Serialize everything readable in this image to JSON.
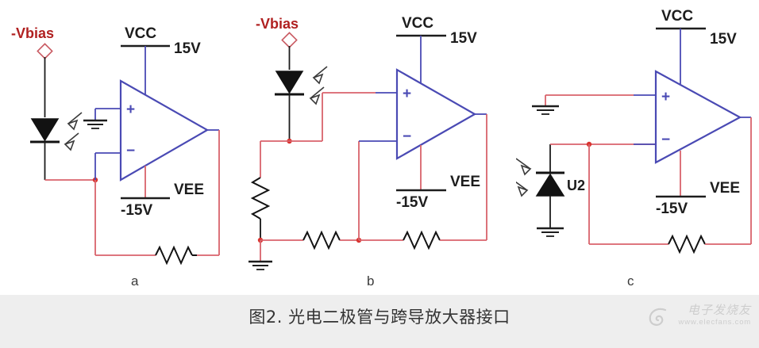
{
  "figure": {
    "caption": "图2. 光电二极管与跨导放大器接口",
    "panel_labels": [
      "a",
      "b",
      "c"
    ]
  },
  "colors": {
    "wire_red": "#d9636b",
    "wire_black": "#1d1d1d",
    "opamp_blue": "#4a4ab4",
    "bias_label": "#b02020",
    "caption_band": "#eeeeee",
    "background": "#ffffff"
  },
  "watermark": {
    "brand": "电子发烧友",
    "url": "www.elecfans.com"
  },
  "panels": [
    {
      "id": "a",
      "label": "a",
      "bias_label": "-Vbias",
      "vcc_label": "VCC",
      "vcc_value": "15V",
      "vee_label": "VEE",
      "vee_value": "-15V",
      "opamp_plus": "+",
      "opamp_minus": "−",
      "components": [
        "bias-terminal",
        "photodiode",
        "ground-symbol",
        "op-amp",
        "feedback-resistor"
      ],
      "description": "Reverse-biased photodiode into inverting input, non-inverting input grounded, single feedback resistor."
    },
    {
      "id": "b",
      "label": "b",
      "bias_label": "-Vbias",
      "vcc_label": "VCC",
      "vcc_value": "15V",
      "vee_label": "VEE",
      "vee_value": "-15V",
      "opamp_plus": "+",
      "opamp_minus": "−",
      "components": [
        "bias-terminal",
        "photodiode",
        "shunt-resistor",
        "ground-symbol",
        "op-amp",
        "series-resistor",
        "feedback-resistor"
      ],
      "description": "Photodiode drives non-inverting input; T-network of resistors on the inverting input path to ground."
    },
    {
      "id": "c",
      "label": "c",
      "bias_label": "",
      "vcc_label": "VCC",
      "vcc_value": "15V",
      "vee_label": "VEE",
      "vee_value": "-15V",
      "opamp_plus": "+",
      "opamp_minus": "−",
      "diode_refdes": "U2",
      "components": [
        "ground-symbol",
        "op-amp",
        "photodiode-U2",
        "ground-symbol",
        "feedback-resistor"
      ],
      "description": "Zero-bias photodiode U2 from inverting input to ground, non-inverting input grounded, feedback resistor."
    }
  ]
}
